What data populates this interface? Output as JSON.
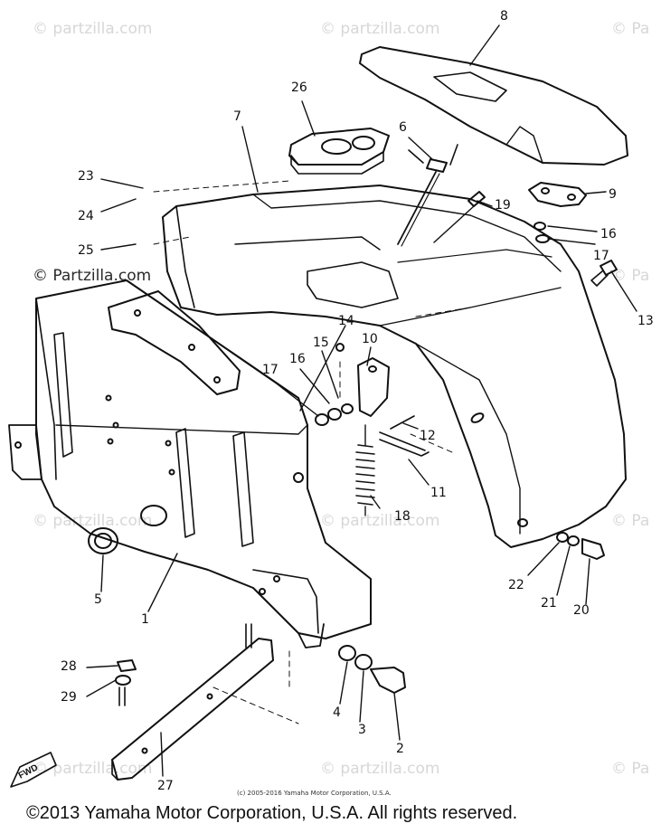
{
  "watermarks": {
    "site": "partzilla.com",
    "logo_text": "© Partzilla.com",
    "short": "Pa"
  },
  "callouts": [
    "1",
    "2",
    "3",
    "4",
    "5",
    "6",
    "7",
    "8",
    "9",
    "10",
    "11",
    "12",
    "13",
    "14",
    "15",
    "16",
    "16",
    "17",
    "17",
    "18",
    "19",
    "20",
    "21",
    "22",
    "23",
    "24",
    "25",
    "26",
    "27",
    "28",
    "29"
  ],
  "direction_label": "FWD",
  "copyright_small": "(c) 2005-2016 Yamaha Motor Corporation, U.S.A.",
  "copyright_main": "©2013 Yamaha Motor Corporation, U.S.A. All rights reserved.",
  "colors": {
    "line": "#111111",
    "watermark": "#d7d7d7"
  }
}
